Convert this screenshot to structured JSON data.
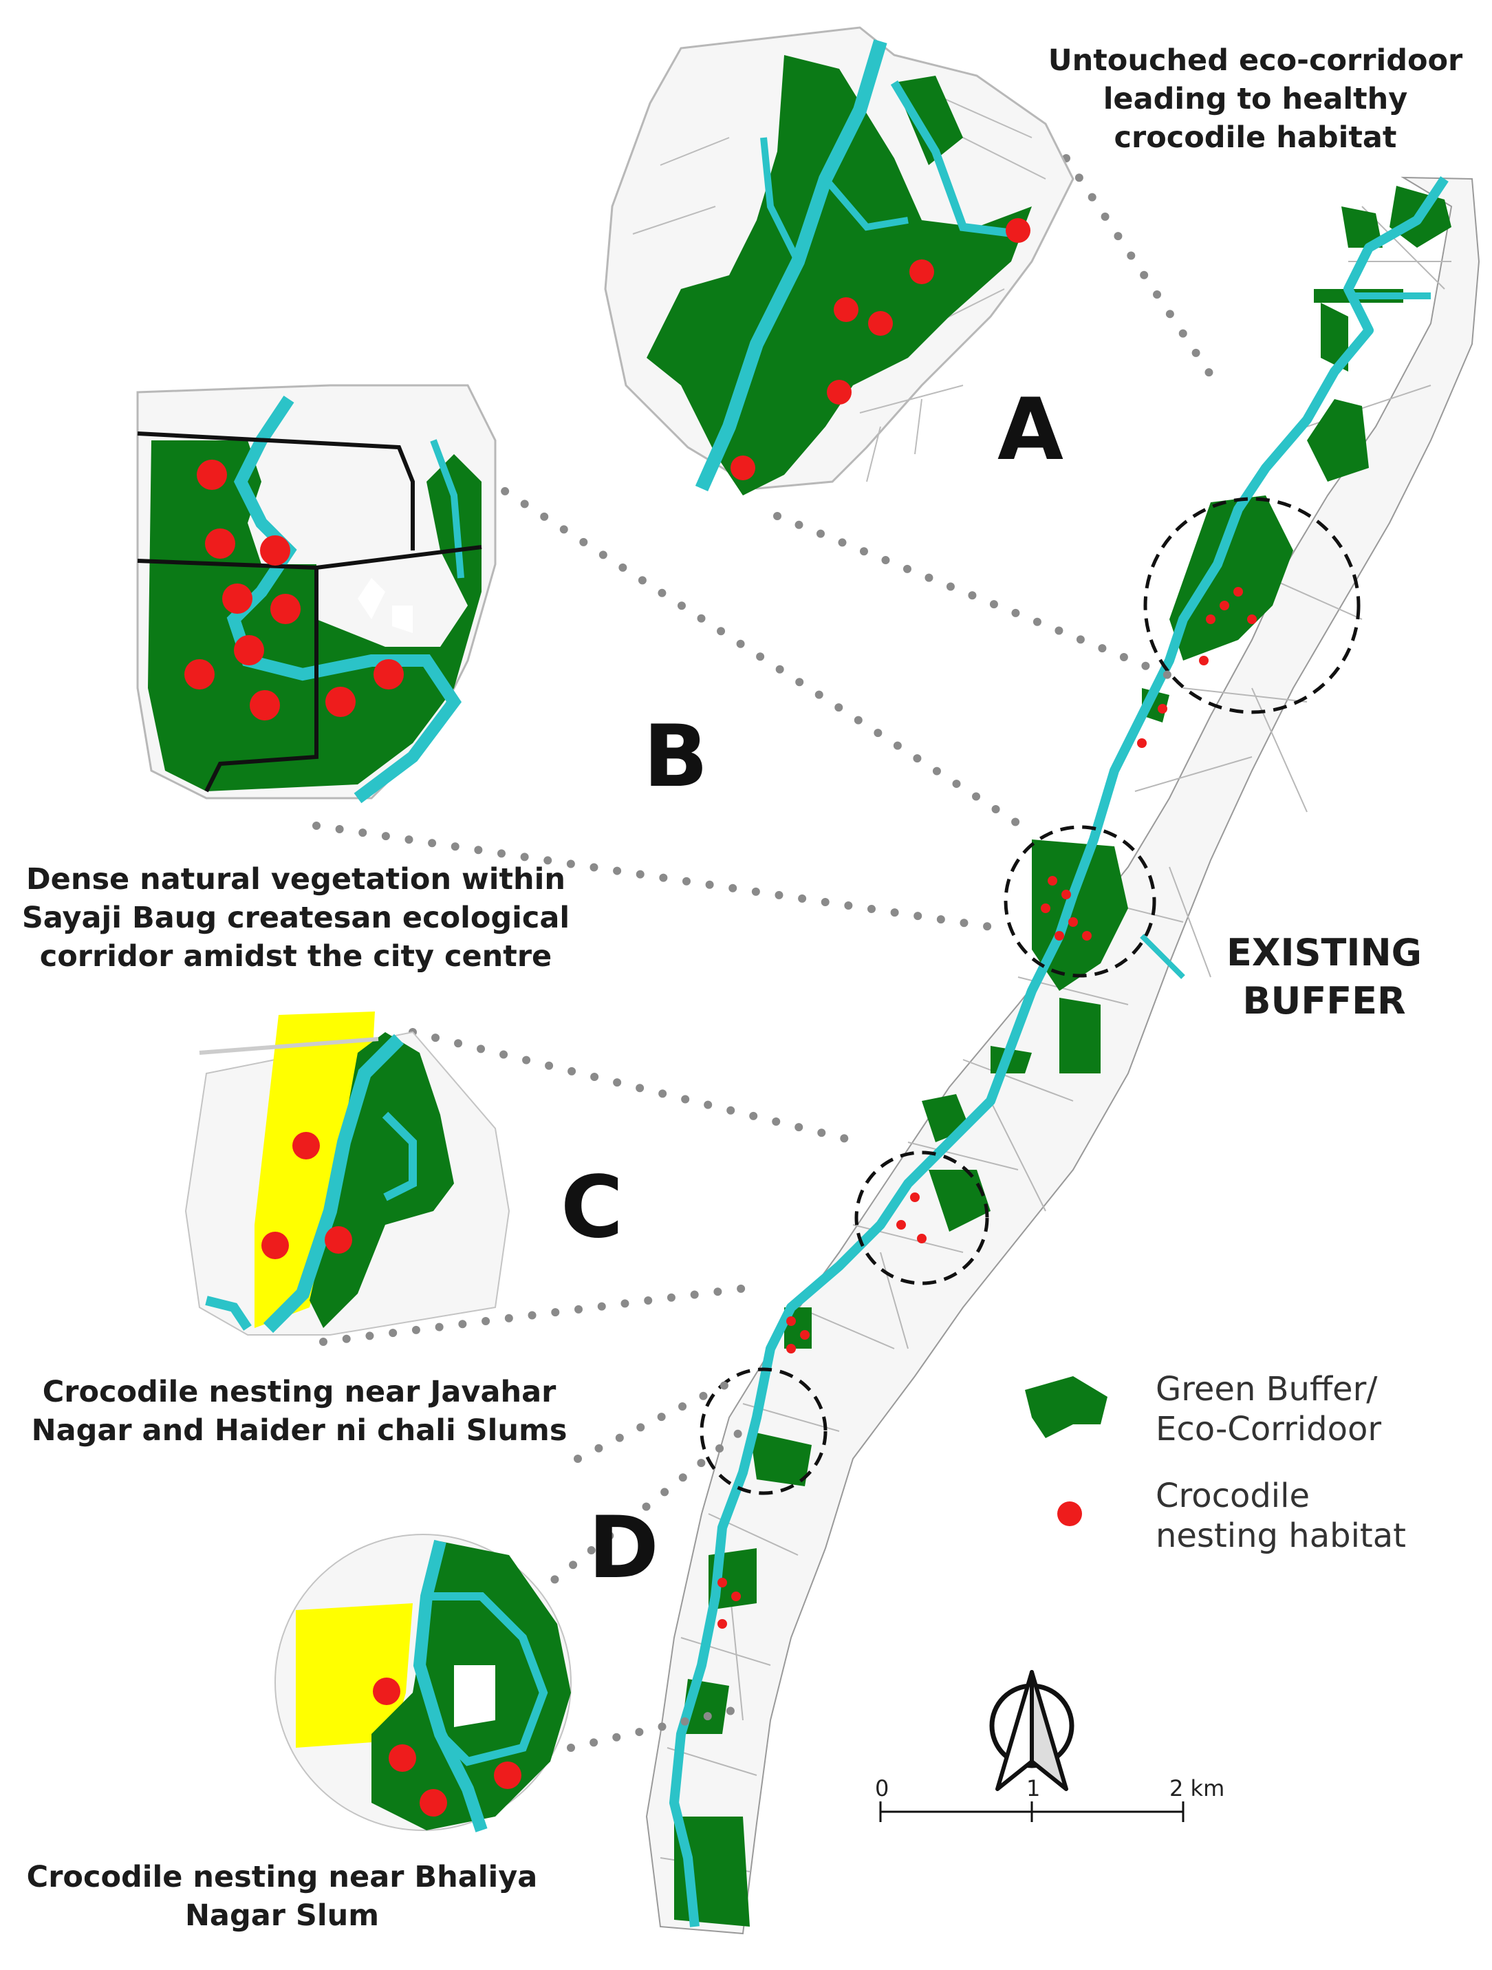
{
  "labels": {
    "A": "A",
    "B": "B",
    "C": "C",
    "D": "D",
    "existing_buffer_1": "EXISTING",
    "existing_buffer_2": "BUFFER"
  },
  "captions": {
    "a": [
      "Untouched eco-corridoor",
      "leading to healthy",
      "crocodile habitat"
    ],
    "b": [
      "Dense natural vegetation within",
      "Sayaji Baug createsan ecological",
      "corridor amidst the city centre"
    ],
    "c": [
      "Crocodile nesting near Javahar",
      "Nagar and Haider ni chali Slums"
    ],
    "d": [
      "Crocodile nesting near Bhaliya",
      "Nagar Slum"
    ]
  },
  "legend": {
    "green_1": "Green Buffer/",
    "green_2": "Eco-Corridoor",
    "croc_1": "Crocodile",
    "croc_2": "nesting habitat"
  },
  "scale": {
    "ticks": [
      "0",
      "1",
      "2 km"
    ]
  },
  "colors": {
    "green": "#0b7a16",
    "river": "#2bc3c8",
    "nest": "#ee1c1c",
    "slum": "#ffff00",
    "road": "#141414"
  },
  "icons": [
    "north-arrow-icon"
  ]
}
